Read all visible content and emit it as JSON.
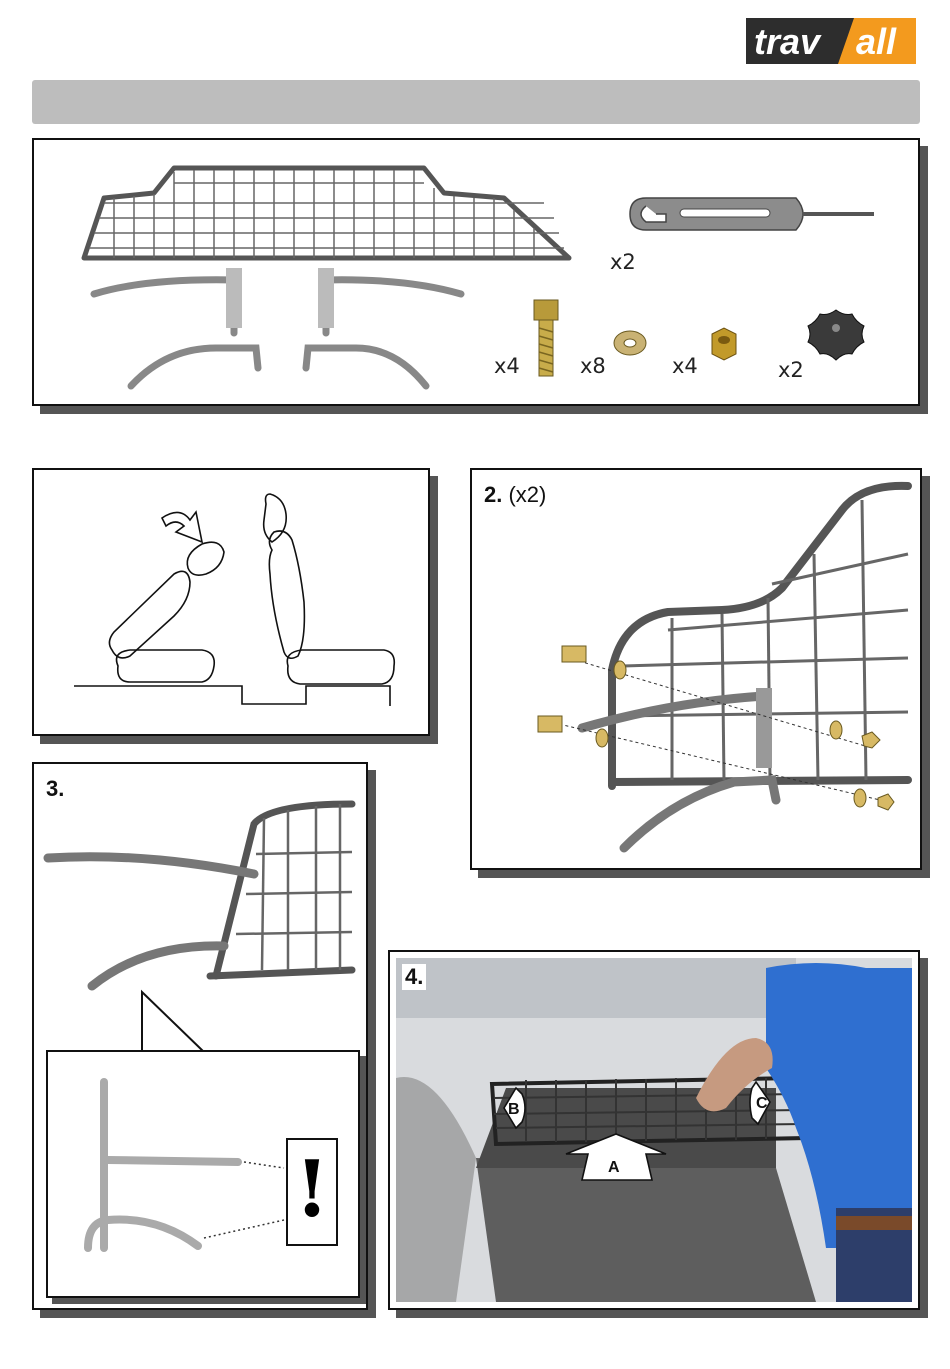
{
  "brand": {
    "left": "trav",
    "right": "all",
    "accent": "#f39a1e",
    "dark": "#2d2d2d"
  },
  "parts": {
    "hook_qty": "x2",
    "bolt_qty": "x4",
    "washer_qty": "x8",
    "nut_qty": "x4",
    "knob_qty": "x2"
  },
  "steps": {
    "s2_num": "2.",
    "s2_note": "(x2)",
    "s3_num": "3.",
    "s4_num": "4.",
    "warning": "!",
    "arrow_a": "A",
    "arrow_b": "B",
    "arrow_c": "C"
  },
  "icons": [
    "fold-seat-arrow-icon",
    "warning-icon",
    "direction-arrow-icon"
  ]
}
